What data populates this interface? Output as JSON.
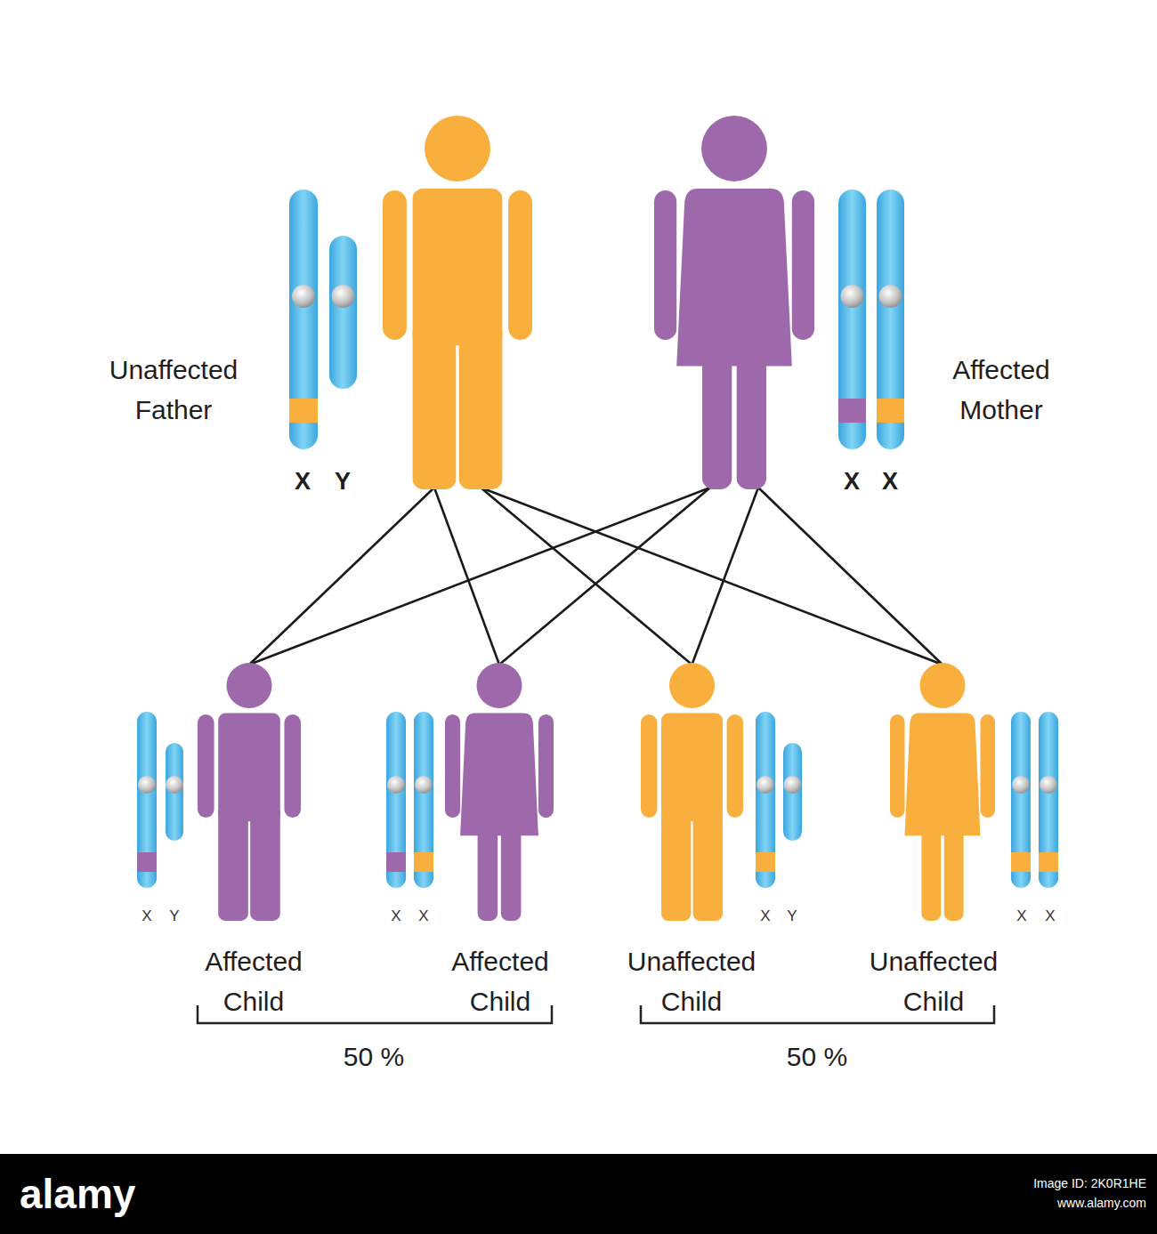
{
  "diagram": {
    "nodes": [
      {
        "text": [
          "Unaffected Father"
        ]
      },
      {
        "text": [
          "Affected Mother"
        ]
      },
      {
        "text": [
          "Affected Child"
        ]
      },
      {
        "text": [
          "Affected Child"
        ]
      },
      {
        "text": [
          "Unaffected Child"
        ]
      },
      {
        "text": [
          "Unaffected Child"
        ]
      }
    ],
    "edges": [
      {
        "from": 0,
        "to": 2,
        "arrow": "none"
      },
      {
        "from": 0,
        "to": 3,
        "arrow": "none"
      },
      {
        "from": 0,
        "to": 4,
        "arrow": "none"
      },
      {
        "from": 0,
        "to": 5,
        "arrow": "none"
      },
      {
        "from": 1,
        "to": 2,
        "arrow": "none"
      },
      {
        "from": 1,
        "to": 3,
        "arrow": "none"
      },
      {
        "from": 1,
        "to": 4,
        "arrow": "none"
      },
      {
        "from": 1,
        "to": 5,
        "arrow": "none"
      }
    ],
    "labels": [
      "X",
      "Y",
      "X",
      "X",
      "X",
      "Y",
      "X",
      "X",
      "X",
      "Y",
      "X",
      "X",
      "50 %",
      "50 %",
      "alamy",
      "Image ID: 2K0R1HE",
      "www.alamy.com"
    ]
  }
}
